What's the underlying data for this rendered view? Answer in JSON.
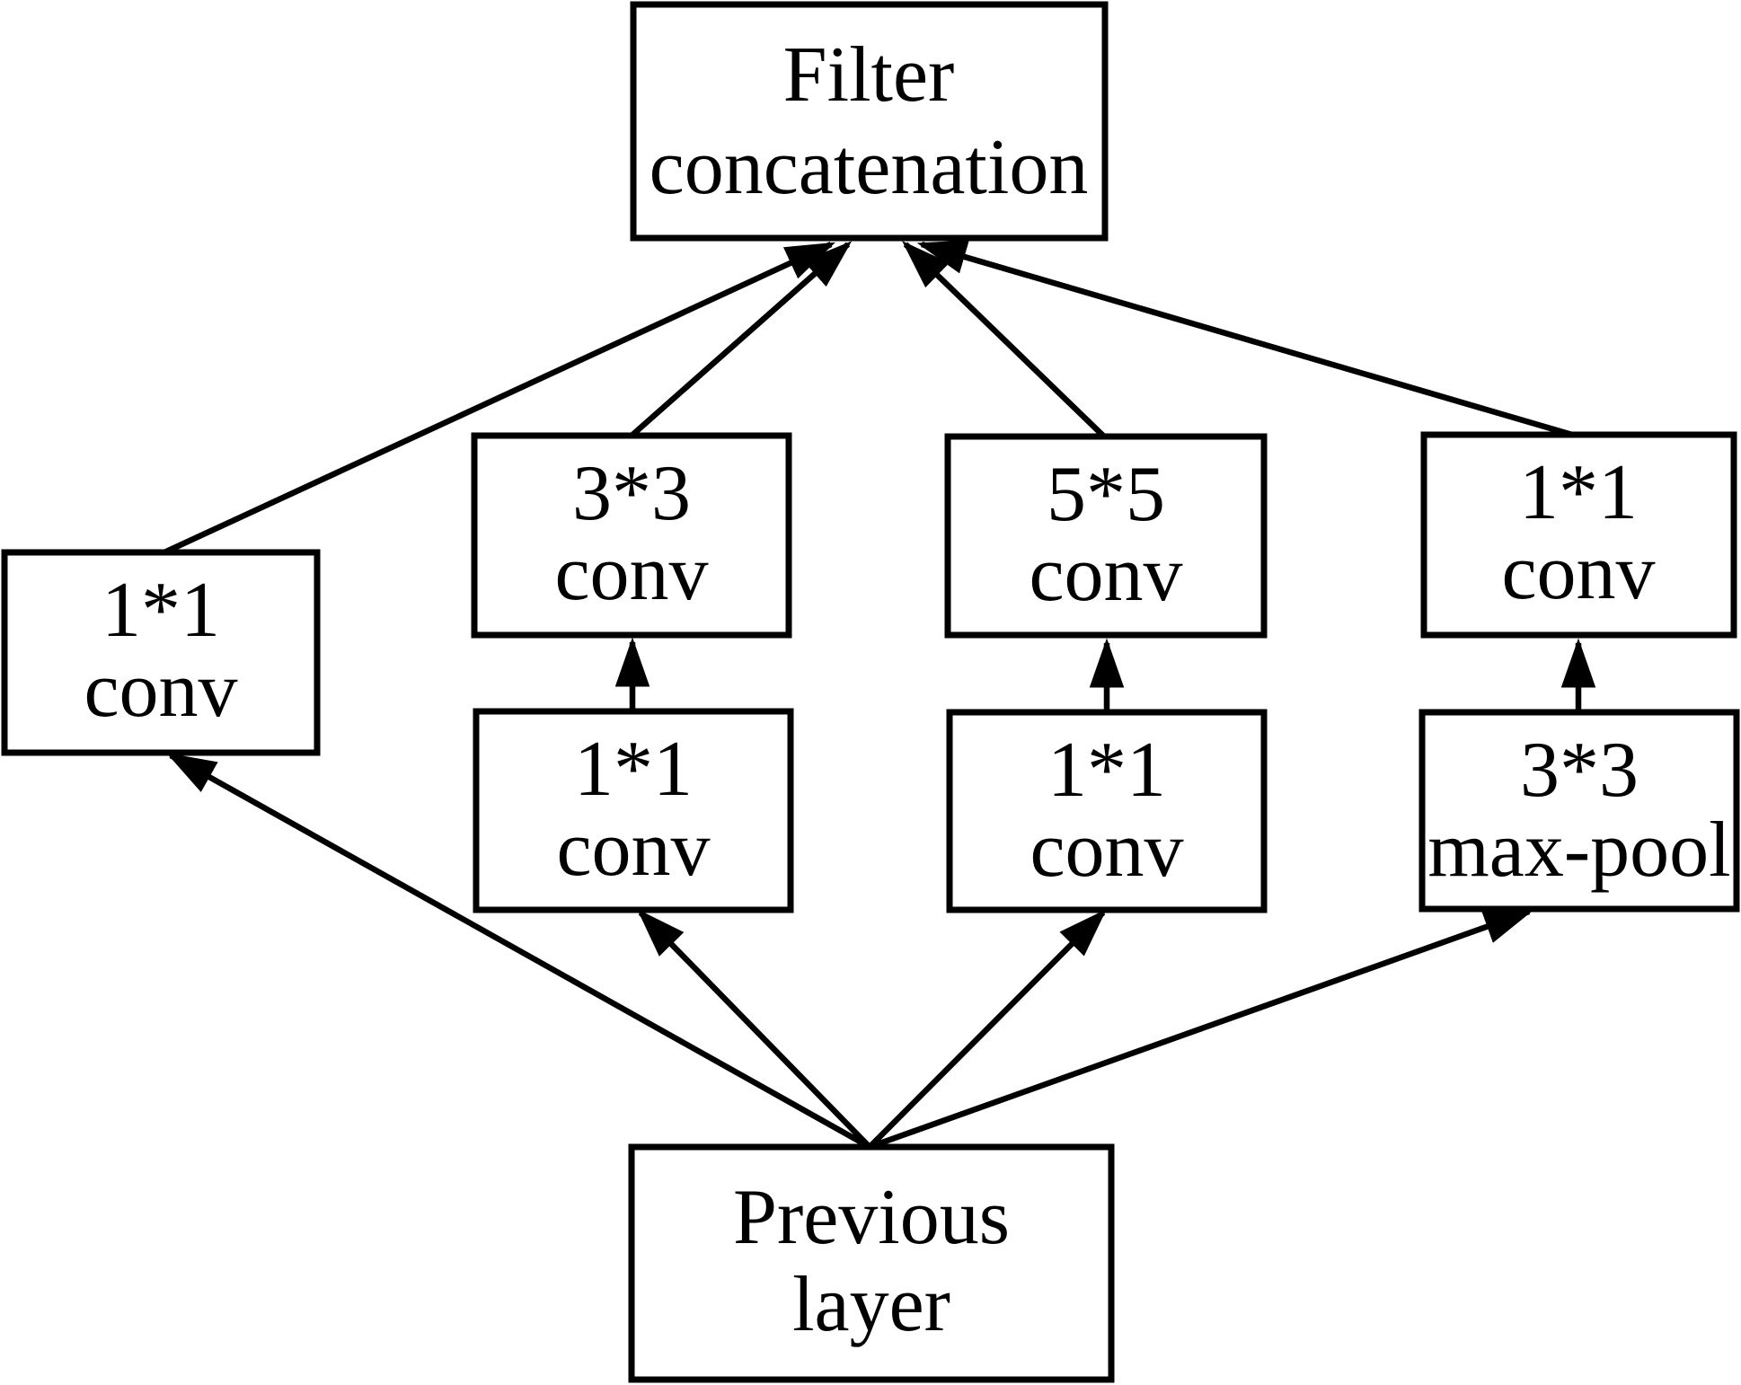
{
  "colors": {
    "background": "#ffffff",
    "stroke": "#000000",
    "text": "#000000"
  },
  "nodes": [
    {
      "id": "filter-concatenation",
      "lines": [
        "Filter",
        "concatenation"
      ]
    },
    {
      "id": "conv-1x1-branch1",
      "lines": [
        "1*1",
        "conv"
      ]
    },
    {
      "id": "conv-3x3",
      "lines": [
        "3*3",
        "conv"
      ]
    },
    {
      "id": "conv-1x1-branch2",
      "lines": [
        "1*1",
        "conv"
      ]
    },
    {
      "id": "conv-5x5",
      "lines": [
        "5*5",
        "conv"
      ]
    },
    {
      "id": "conv-1x1-branch3",
      "lines": [
        "1*1",
        "conv"
      ]
    },
    {
      "id": "conv-1x1-branch4",
      "lines": [
        "1*1",
        "conv"
      ]
    },
    {
      "id": "maxpool-3x3",
      "lines": [
        "3*3",
        "max-pool"
      ]
    },
    {
      "id": "previous-layer",
      "lines": [
        "Previous",
        "layer"
      ]
    }
  ],
  "edges": [
    {
      "from": "previous-layer",
      "to": "conv-1x1-branch1"
    },
    {
      "from": "previous-layer",
      "to": "conv-1x1-branch2"
    },
    {
      "from": "previous-layer",
      "to": "conv-1x1-branch3"
    },
    {
      "from": "previous-layer",
      "to": "maxpool-3x3"
    },
    {
      "from": "conv-1x1-branch2",
      "to": "conv-3x3"
    },
    {
      "from": "conv-1x1-branch3",
      "to": "conv-5x5"
    },
    {
      "from": "maxpool-3x3",
      "to": "conv-1x1-branch4"
    },
    {
      "from": "conv-1x1-branch1",
      "to": "filter-concatenation"
    },
    {
      "from": "conv-3x3",
      "to": "filter-concatenation"
    },
    {
      "from": "conv-5x5",
      "to": "filter-concatenation"
    },
    {
      "from": "conv-1x1-branch4",
      "to": "filter-concatenation"
    }
  ]
}
